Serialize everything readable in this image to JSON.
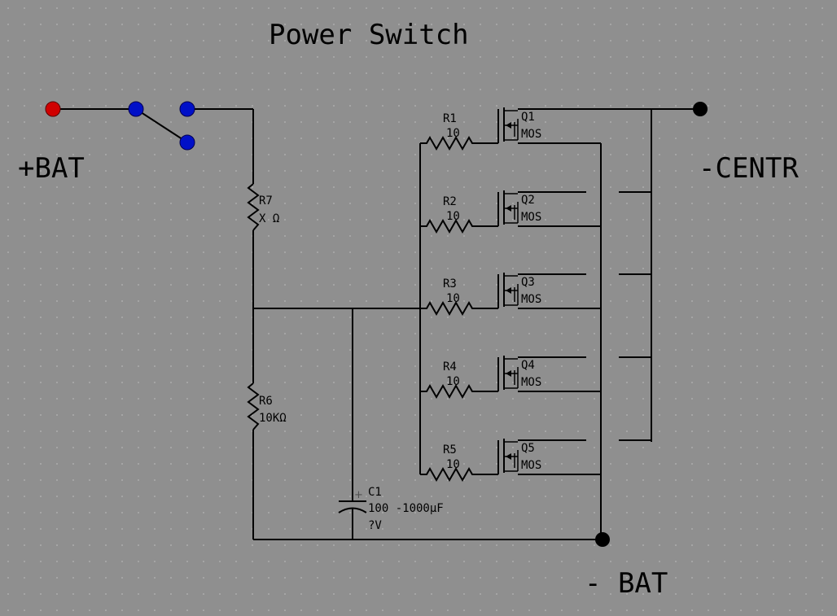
{
  "title": "Power Switch",
  "labels": {
    "plus_bat": "+BAT",
    "minus_bat": "- BAT",
    "centr": "-CENTR"
  },
  "resistor_r7": {
    "ref": "R7",
    "value": "X Ω"
  },
  "resistor_r6": {
    "ref": "R6",
    "value": "10KΩ"
  },
  "capacitor_c1": {
    "ref": "C1",
    "value": "100  -1000µF",
    "voltage": "?V"
  },
  "gate_resistors": [
    {
      "ref": "R1",
      "value": "10"
    },
    {
      "ref": "R2",
      "value": "10"
    },
    {
      "ref": "R3",
      "value": "10"
    },
    {
      "ref": "R4",
      "value": "10"
    },
    {
      "ref": "R5",
      "value": "10"
    }
  ],
  "mosfets": [
    {
      "ref": "Q1",
      "type": "MOS"
    },
    {
      "ref": "Q2",
      "type": "MOS"
    },
    {
      "ref": "Q3",
      "type": "MOS"
    },
    {
      "ref": "Q4",
      "type": "MOS"
    },
    {
      "ref": "Q5",
      "type": "MOS"
    }
  ],
  "colors": {
    "background": "#8f8f8f",
    "grid_dot": "#b4b4b4",
    "wire": "#000000",
    "pin_red": "#d00000",
    "pin_blue": "#0010c8"
  }
}
